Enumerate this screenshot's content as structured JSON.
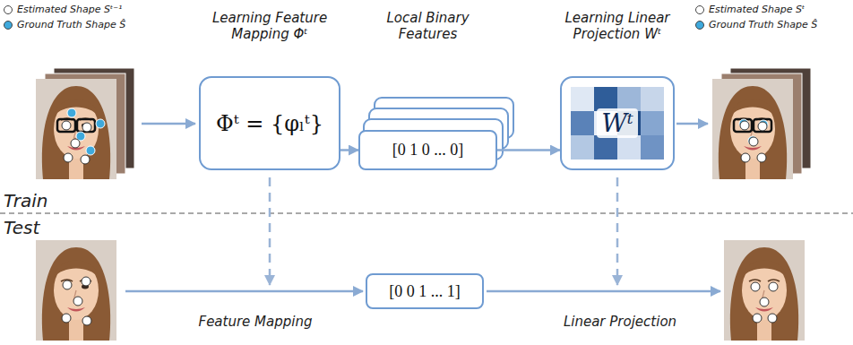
{
  "diagram": {
    "nodes": [
      {
        "text": [
          "Learning Feature Mapping Φᵗ",
          "Φᵗ = {φₗᵗ}"
        ]
      },
      {
        "text": [
          "Local Binary Features",
          "[0 1 0 ... 0]"
        ]
      },
      {
        "text": [
          "Learning Linear Projection Wᵗ",
          "Wᵗ"
        ]
      },
      {
        "text": [
          "[0 0 1 ... 1]"
        ]
      }
    ],
    "edges": [
      {
        "from": 0,
        "to": 1,
        "arrow": "to"
      },
      {
        "from": 1,
        "to": 2,
        "arrow": "to"
      }
    ],
    "labels": [
      "Train",
      "Test",
      "Feature Mapping",
      "Linear Projection"
    ],
    "legend": [
      {
        "text": "Estimated Shape Sᵗ⁻¹",
        "color": "#ffffff"
      },
      {
        "text": "Ground Truth Shape Ŝ",
        "color": "#3ea9dc"
      },
      {
        "text": "Estimated Shape Sᵗ",
        "color": "#ffffff"
      },
      {
        "text": "Ground Truth Shape Ŝ",
        "color": "#3ea9dc"
      }
    ]
  }
}
